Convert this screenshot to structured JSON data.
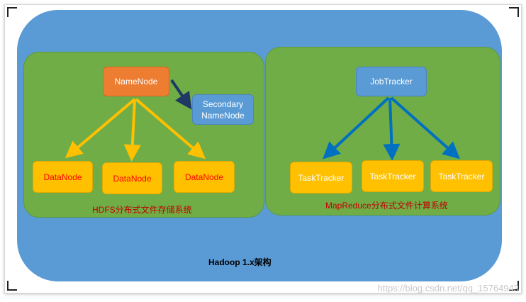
{
  "diagram": {
    "title": "Hadoop 1.x架构",
    "hdfs": {
      "caption": "HDFS分布式文件存储系统",
      "namenode": "NameNode",
      "secondary": [
        "Secondary",
        "NameNode"
      ],
      "datanodes": [
        "DataNode",
        "DataNode",
        "DataNode"
      ]
    },
    "mapreduce": {
      "caption": "MapReduce分布式文件计算系统",
      "jobtracker": "JobTracker",
      "tasktrackers": [
        "TaskTracker",
        "TaskTracker",
        "TaskTracker"
      ]
    }
  },
  "watermark": "https://blog.csdn.net/qq_15764943",
  "colors": {
    "outer": "#5b9bd5",
    "subsystem": "#70ad47",
    "namenode": "#ed7d31",
    "worker": "#ffc000",
    "yellow_arrow": "#ffc000",
    "blue_arrow": "#0070c0",
    "navy_arrow": "#1f3864"
  }
}
